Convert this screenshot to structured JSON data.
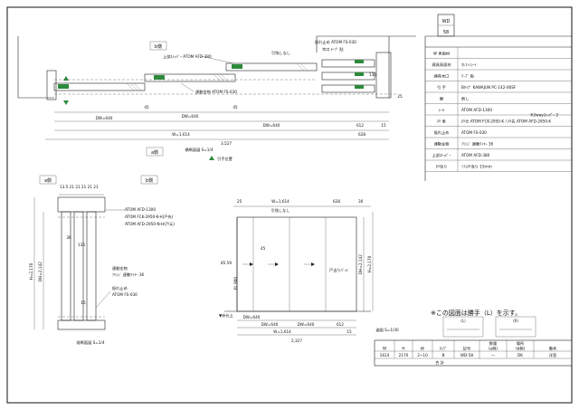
{
  "code_box": {
    "line1": "WD",
    "line2": "58"
  },
  "plan": {
    "b_side": "b側",
    "a_side": "a側",
    "caption": "横断面図 S=1/4",
    "pull_mark": "引手位置",
    "no_pull": "引残しなし",
    "stopper_label": "振れ止め ATOM FS-030",
    "wood_label": "木口 ﾃｰﾌﾟ 貼",
    "upper_stopper": "上部ｽﾄｯﾊﾟｰ ATOM AFD-380",
    "interlock": "連動金物 ATOM FS-030",
    "dims": {
      "dw640_a": "DW=640",
      "dw640_b": "DW=640",
      "dw640_c": "DW=640",
      "w1614": "W=1,614",
      "total": "3,527",
      "d45_a": "45",
      "d45_b": "45",
      "d612": "612",
      "d15": "15",
      "d628": "628",
      "d135": "135",
      "d25": "25"
    }
  },
  "spec": {
    "rows": [
      {
        "label": "枠 表面材",
        "value": ""
      },
      {
        "label": "建具表面材",
        "value": "ｵﾚﾌｨﾝｼｰﾄ"
      },
      {
        "label": "建具木口",
        "value": "ﾃｰﾌﾟ 貼"
      },
      {
        "label": "引 手",
        "value": "Bﾀｲﾌﾟ KAWAJUN PC-142-06SF"
      },
      {
        "label": "鍵",
        "value": "無し"
      },
      {
        "label": "ﾚｰﾙ",
        "value": "ATOM AFD-1300"
      },
      {
        "label": "戸 車",
        "value": "戸元 ATOM FCK-2950-K  / 戸先 ATOM AFD-2950-K"
      },
      {
        "label": "振れ止め",
        "value": "ATOM FS-030"
      },
      {
        "label": "連動金物",
        "value": "ﾌﾘﾝｼﾞ 連動ﾜｲﾔｰ 36"
      },
      {
        "label": "上部ｽﾄｯﾊﾟｰ",
        "value": "ATOM AFD-380"
      },
      {
        "label": "戸当り",
        "value": "ｿﾌﾄ戸当り 15mm"
      }
    ],
    "note": "※2wayｽﾄｯﾊﾟｰ 2"
  },
  "section": {
    "a_side": "a側",
    "b_side": "b側",
    "caption": "縦断面図 S=1/4",
    "rail": "ATOM AFD-1300",
    "roller_a": "ATOM FCK-2950-K-H(戸先)",
    "roller_b": "ATOM AFD-2950-N-H(戸元)",
    "interlock": "連動金物",
    "wire": "ﾌﾘﾝｼﾞ 連動ﾜｲﾔｰ 36",
    "stopper": "振れ止め",
    "stopper_model": "ATOM FS-030",
    "dims": {
      "top_small": "13.5 21  21  21  21  21",
      "h2170": "H=2,170",
      "dh2142": "DH=2,142",
      "d36": "36",
      "d135": "135",
      "d15": "15"
    }
  },
  "elevation": {
    "caption": "姿図 S=1/30",
    "no_pull": "引残しなし",
    "pull_height": "FL 900",
    "floor": "▼床仕上",
    "door_stop": "戸当りﾊﾟｯﾄ",
    "dims": {
      "w1614": "W=1,614",
      "d25": "25",
      "d628": "628",
      "d30": "30",
      "dw640_a": "DW=640",
      "dw640_b": "DW=640",
      "dw640_c": "DW=640",
      "total": "2,327",
      "d45": "45",
      "d612": "612",
      "d15": "15",
      "h2170": "H=2,170",
      "dh2142": "DH=2,142",
      "d8559": "85.59"
    }
  },
  "legend": {
    "note": "※この図面は勝手（L）を示す。",
    "label_l": "（L）",
    "label_r": "（R）"
  },
  "table": {
    "headers": [
      "W",
      "H",
      "枠",
      "ﾀｲﾌﾟ",
      "記号",
      "(a側)",
      "(b側)",
      "備考"
    ],
    "header_group": "場所",
    "header_qty": "数量",
    "row": [
      "1614",
      "2170",
      "2~10",
      "B",
      "WD-58",
      "―",
      "DK",
      "洋室"
    ],
    "total": "合 計"
  }
}
